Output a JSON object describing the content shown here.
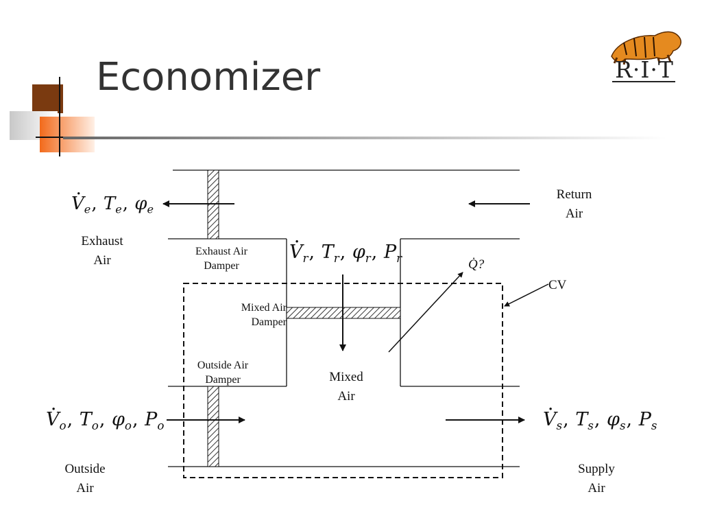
{
  "slide": {
    "title": "Economizer"
  },
  "logo": {
    "text": "R·I·T"
  },
  "diagram": {
    "labels": {
      "exhaust_air": [
        "Exhaust",
        "Air"
      ],
      "return_air": [
        "Return",
        "Air"
      ],
      "outside_air": [
        "Outside",
        "Air"
      ],
      "supply_air": [
        "Supply",
        "Air"
      ],
      "mixed_air": [
        "Mixed",
        "Air"
      ],
      "exhaust_damper": [
        "Exhaust Air",
        "Damper"
      ],
      "mixed_damper": [
        "Mixed Air",
        "Damper"
      ],
      "outside_damper": [
        "Outside Air",
        "Damper"
      ],
      "cv": "CV",
      "heat": "Q̇?"
    },
    "streams": {
      "exhaust": {
        "vars": [
          "V",
          "T",
          "φ"
        ],
        "sub": "e"
      },
      "return": {
        "vars": [
          "V",
          "T",
          "φ",
          "P"
        ],
        "sub": "r"
      },
      "outside": {
        "vars": [
          "V",
          "T",
          "φ",
          "P"
        ],
        "sub": "o"
      },
      "supply": {
        "vars": [
          "V",
          "T",
          "φ",
          "P"
        ],
        "sub": "s"
      }
    }
  }
}
